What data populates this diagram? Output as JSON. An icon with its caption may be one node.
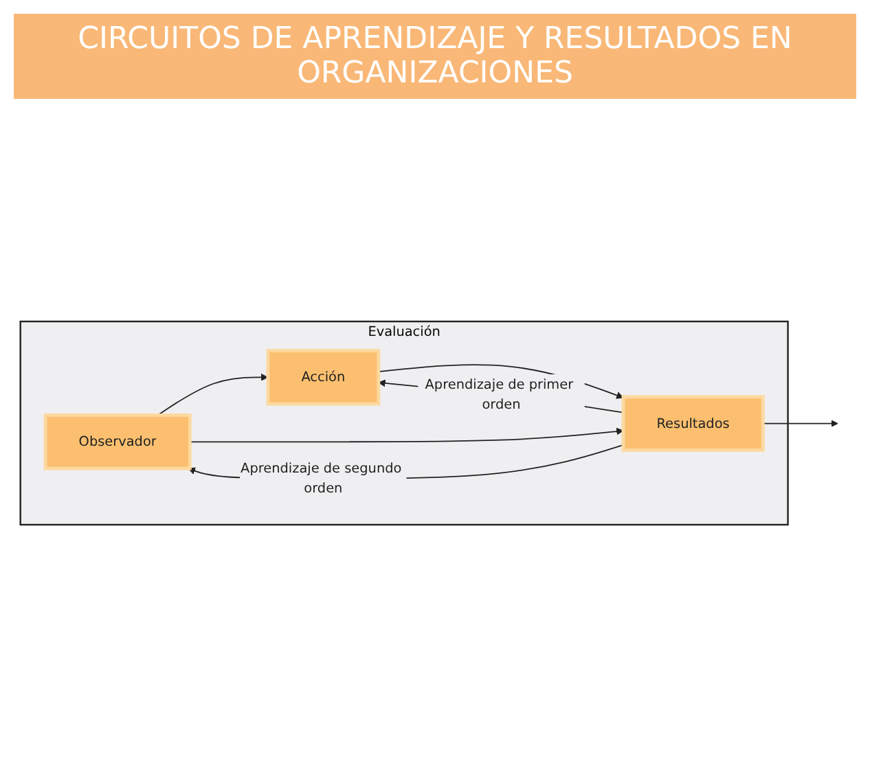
{
  "diagram": {
    "title": "CIRCUITOS DE APRENDIZAJE Y RESULTADOS EN ORGANIZACIONES",
    "nodes": [
      {
        "text": [
          "Evaluación"
        ]
      },
      {
        "text": [
          "Observador"
        ],
        "in": 0
      },
      {
        "text": [
          "Acción"
        ],
        "in": 0
      },
      {
        "text": [
          "Resultados"
        ],
        "in": 0
      }
    ],
    "edges": [
      {
        "from": 1,
        "to": 2,
        "arrow": "to"
      },
      {
        "from": 2,
        "to": 3,
        "arrow": "to"
      },
      {
        "from": 3,
        "to": null,
        "arrow": "to"
      },
      {
        "from": 1,
        "to": 3,
        "arrow": "to"
      },
      {
        "from": 3,
        "to": 2,
        "label": "Aprendizaje de primer orden",
        "arrow": "to"
      },
      {
        "from": 3,
        "to": 1,
        "label": "Aprendizaje de segundo orden",
        "arrow": "to"
      }
    ]
  }
}
